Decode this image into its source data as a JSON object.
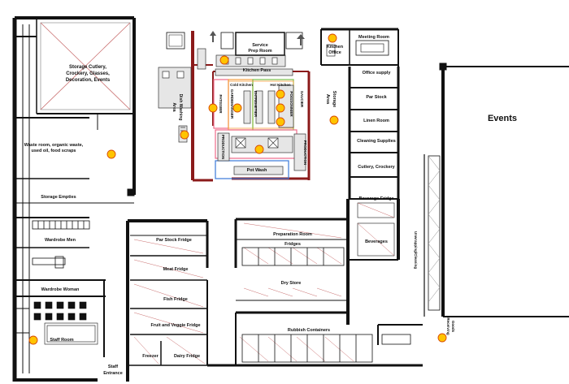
{
  "colors": {
    "wall": "#111111",
    "red_wall": "#8b1a1a",
    "marker_fill": "#ffc400",
    "marker_stroke": "#d94a00",
    "pink_zone": "#f06a8a",
    "orange_zone": "#f5a040",
    "green_zone": "#7cc04a",
    "blue_zone": "#3a78d8",
    "fixture": "#555555"
  },
  "icons": [
    "hotspot-marker-icon",
    "door-arrow-icon",
    "table-chairs-icon"
  ],
  "labels": {
    "storage_cutlery": [
      "Storage Cutlery,",
      "Crockery, Glasses,",
      "Decoration, Events"
    ],
    "waste_room": [
      "Waste room, organic waste,",
      "used oil, food scraps"
    ],
    "storage_empties": "Storage Empties",
    "wardrobe_men": "Wardrobe Men",
    "wardrobe_woman": "Wardrobe Woman",
    "staff_room": "Staff Room",
    "staff_entrance": [
      "Staff",
      "Entrance"
    ],
    "service_prep_room": [
      "Service",
      "Prep Room"
    ],
    "kitchen_pass": "Kitchen Pass",
    "cold_kitchen": "Cold Kitchen",
    "hot_kitchen": "Hot Kitchen",
    "dish_washing_area": [
      "Dish Washing",
      "Area"
    ],
    "patissier": "PATISSIER",
    "gardemanger": "GARDEMANGER",
    "entremetier": "ENTREMETIER",
    "poissonnier": "POISSONNIER",
    "saucier": "SAUCIER",
    "production_left": "PRODUCTION",
    "production_right": "PRODUCTION",
    "pot_wash": "Pot Wash",
    "storage_area": [
      "Storage",
      "Area"
    ],
    "kitchen_office": [
      "Kitchen",
      "Office"
    ],
    "meeting_room": "Meeting Room",
    "office_supply": "Office supply",
    "par_stock": "Par Stock",
    "linen_room": "Linen Room",
    "cleaning_supplies": "Cleaning Supplies",
    "cutlery_crockery": "Cutlery, Crockery",
    "beverage_fridge": "Beverage Fridge",
    "beverages": "Beverages",
    "events": "Events",
    "unwrapping": "Unwrapping/Cleaning",
    "goods_receiving": [
      "Goods",
      "Receiving"
    ],
    "par_stock_fridge": "Par Stock Fridge",
    "meat_fridge": "Meat Fridge",
    "fish_fridge": "Fish Fridge",
    "fruit_veggie_fridge": "Fruit and Veggie Fridge",
    "freezer": "Freezer",
    "dairy_fridge": "Dairy Fridge",
    "preparation_room": "Preparation Room",
    "fridges": "Fridges",
    "dry_store": "Dry Store",
    "rubbish_containers": "Rubbish Containers"
  }
}
